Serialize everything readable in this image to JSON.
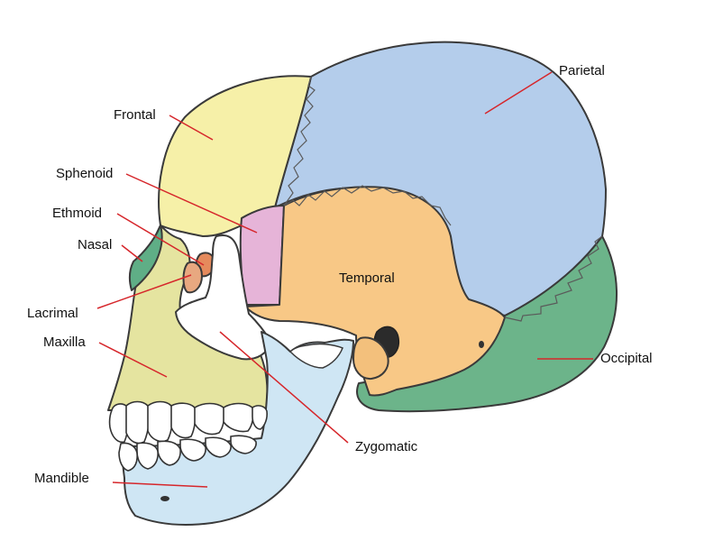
{
  "labels": {
    "frontal": "Frontal",
    "parietal": "Parietal",
    "sphenoid": "Sphenoid",
    "ethmoid": "Ethmoid",
    "nasal": "Nasal",
    "temporal": "Temporal",
    "lacrimal": "Lacrimal",
    "maxilla": "Maxilla",
    "occipital": "Occipital",
    "zygomatic": "Zygomatic",
    "mandible": "Mandible"
  },
  "colors": {
    "frontal": "#f6f0a8",
    "parietal": "#b4cdeb",
    "sphenoid": "#e6b4d8",
    "ethmoid": "#e58a5c",
    "nasal": "#5fae86",
    "temporal": "#f8c886",
    "lacrimal": "#e8a880",
    "maxilla": "#e5e4a0",
    "occipital": "#6cb48a",
    "zygomatic": "#ffffff",
    "mandible": "#cfe6f4",
    "leader": "#d6262b"
  }
}
